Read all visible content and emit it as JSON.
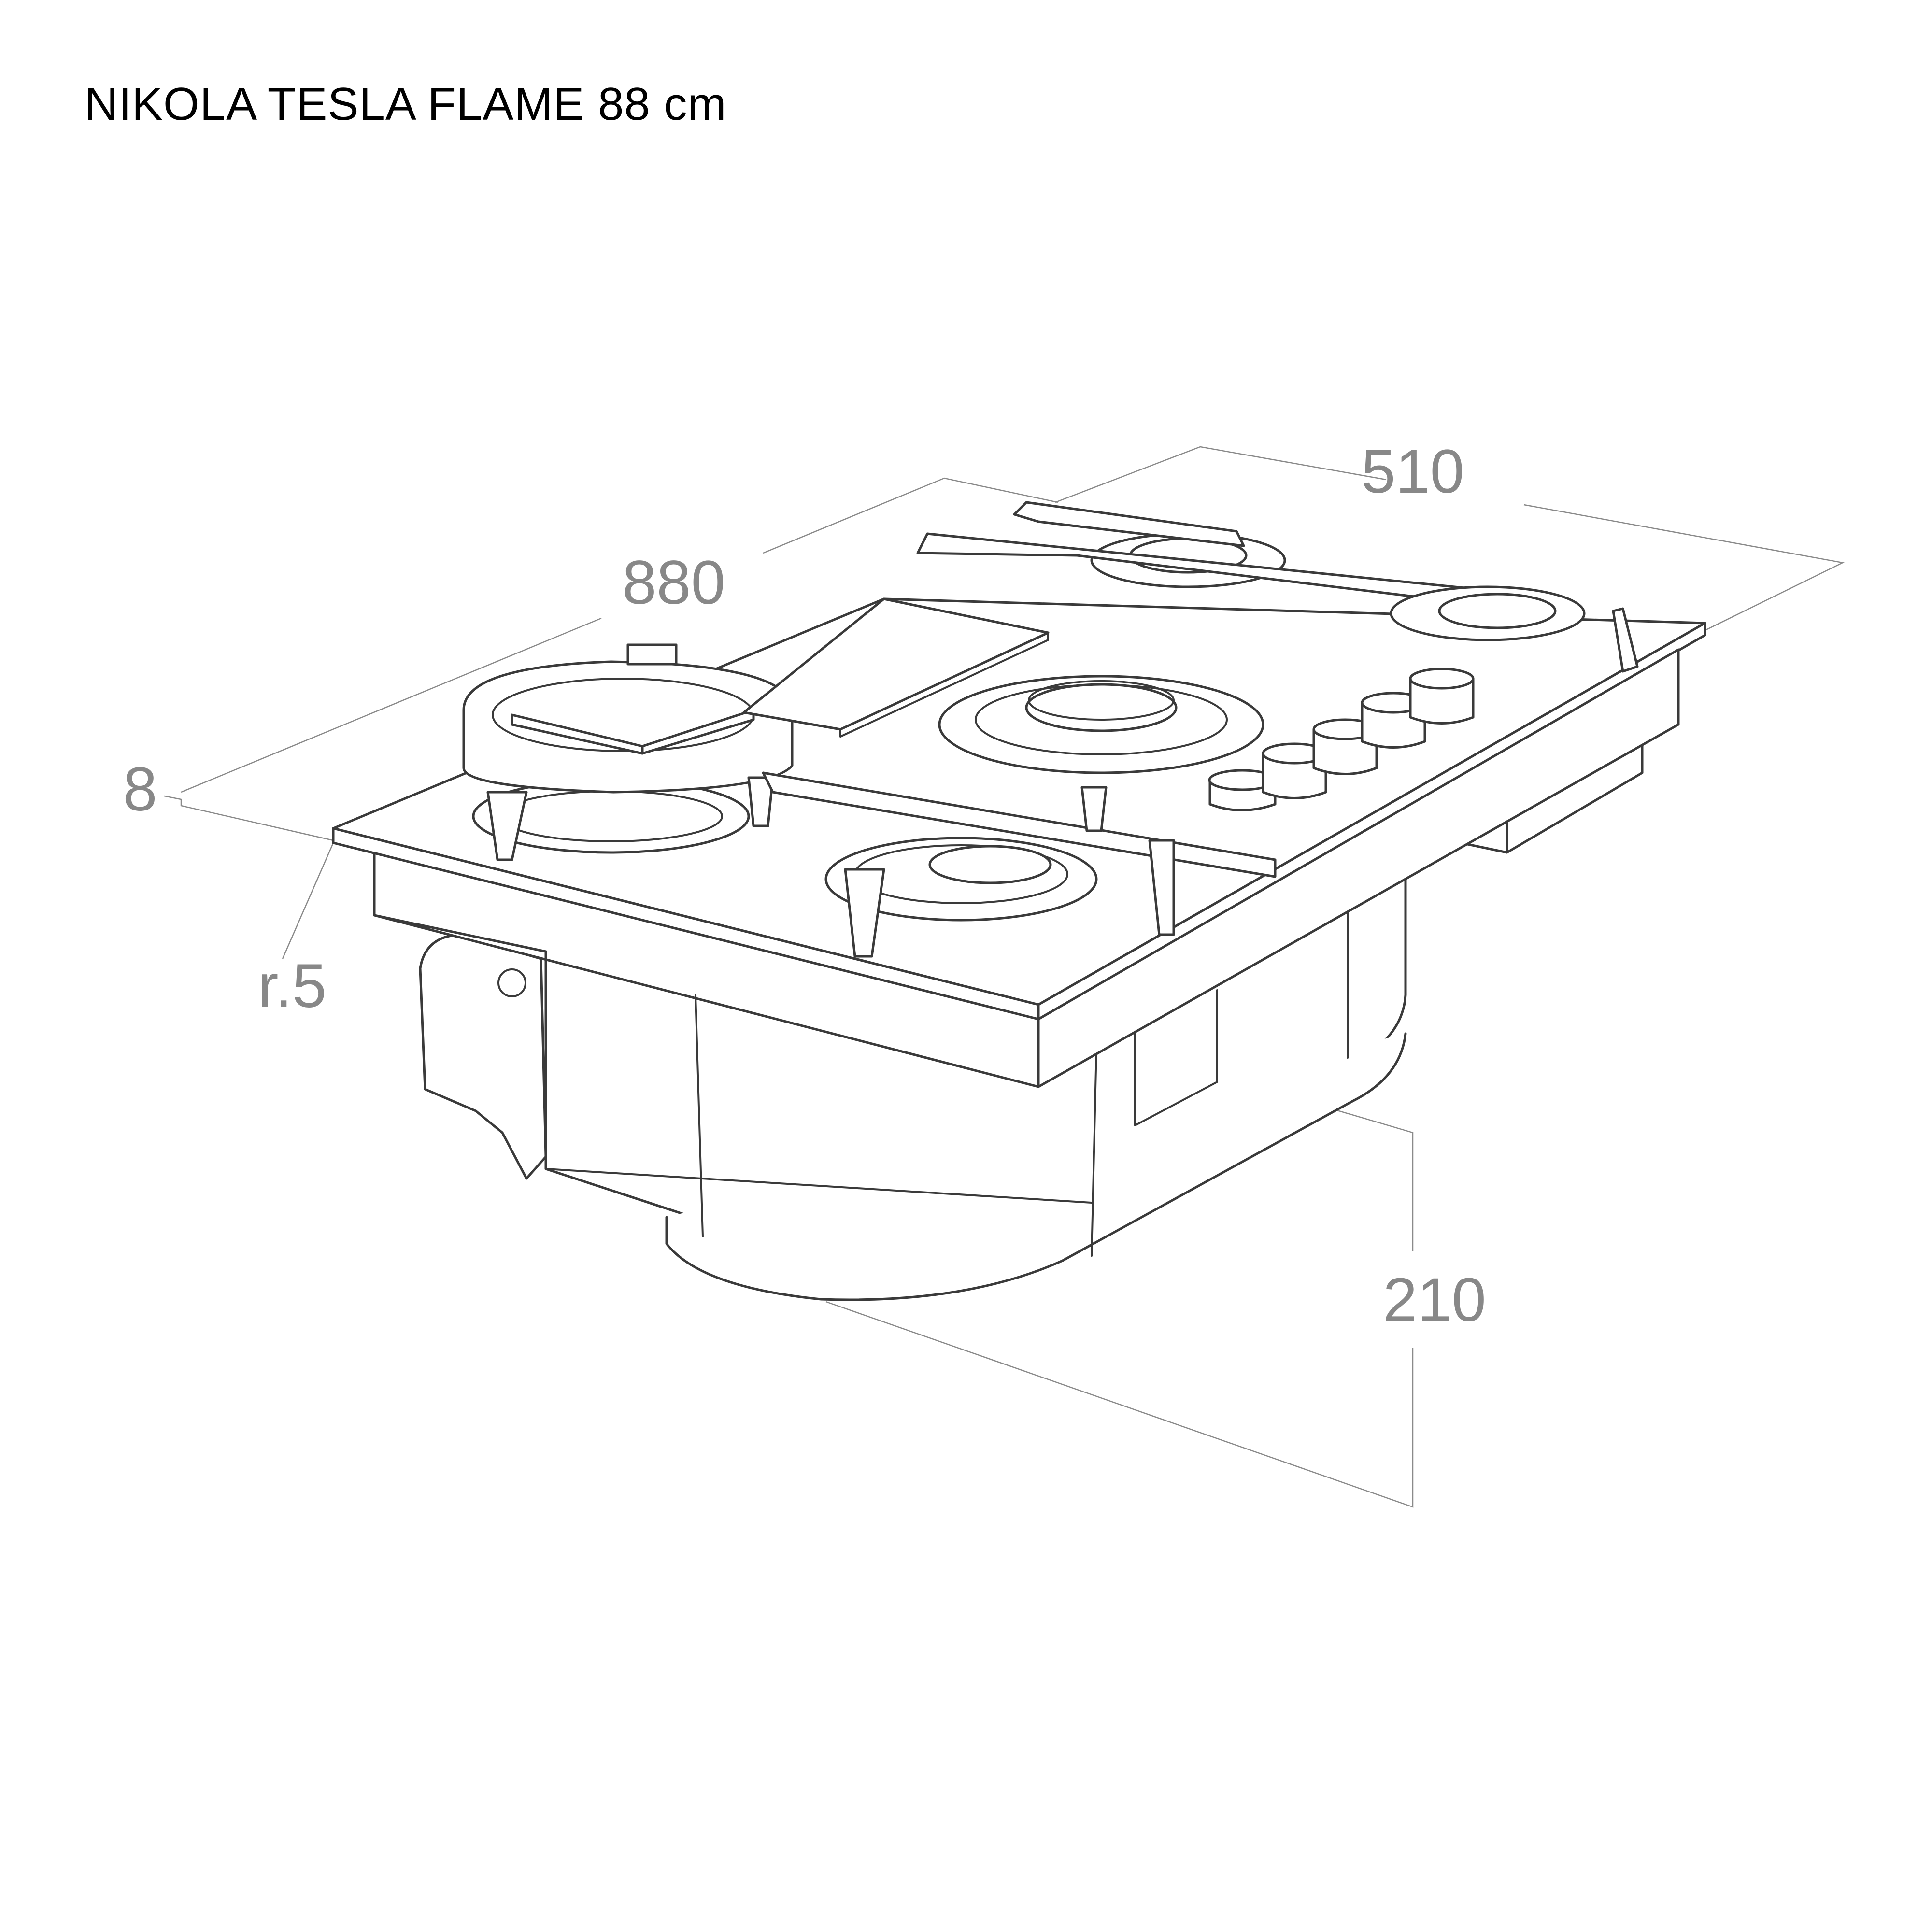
{
  "title": "NIKOLA TESLA FLAME 88 cm",
  "dimensions": {
    "depth": "510",
    "width": "880",
    "thickness": "8",
    "radius": "r.5",
    "height": "210"
  },
  "colors": {
    "title": "#000000",
    "dimension_text": "#888888",
    "dimension_line": "#8a8a8a",
    "outline": "#3a3a3a"
  }
}
